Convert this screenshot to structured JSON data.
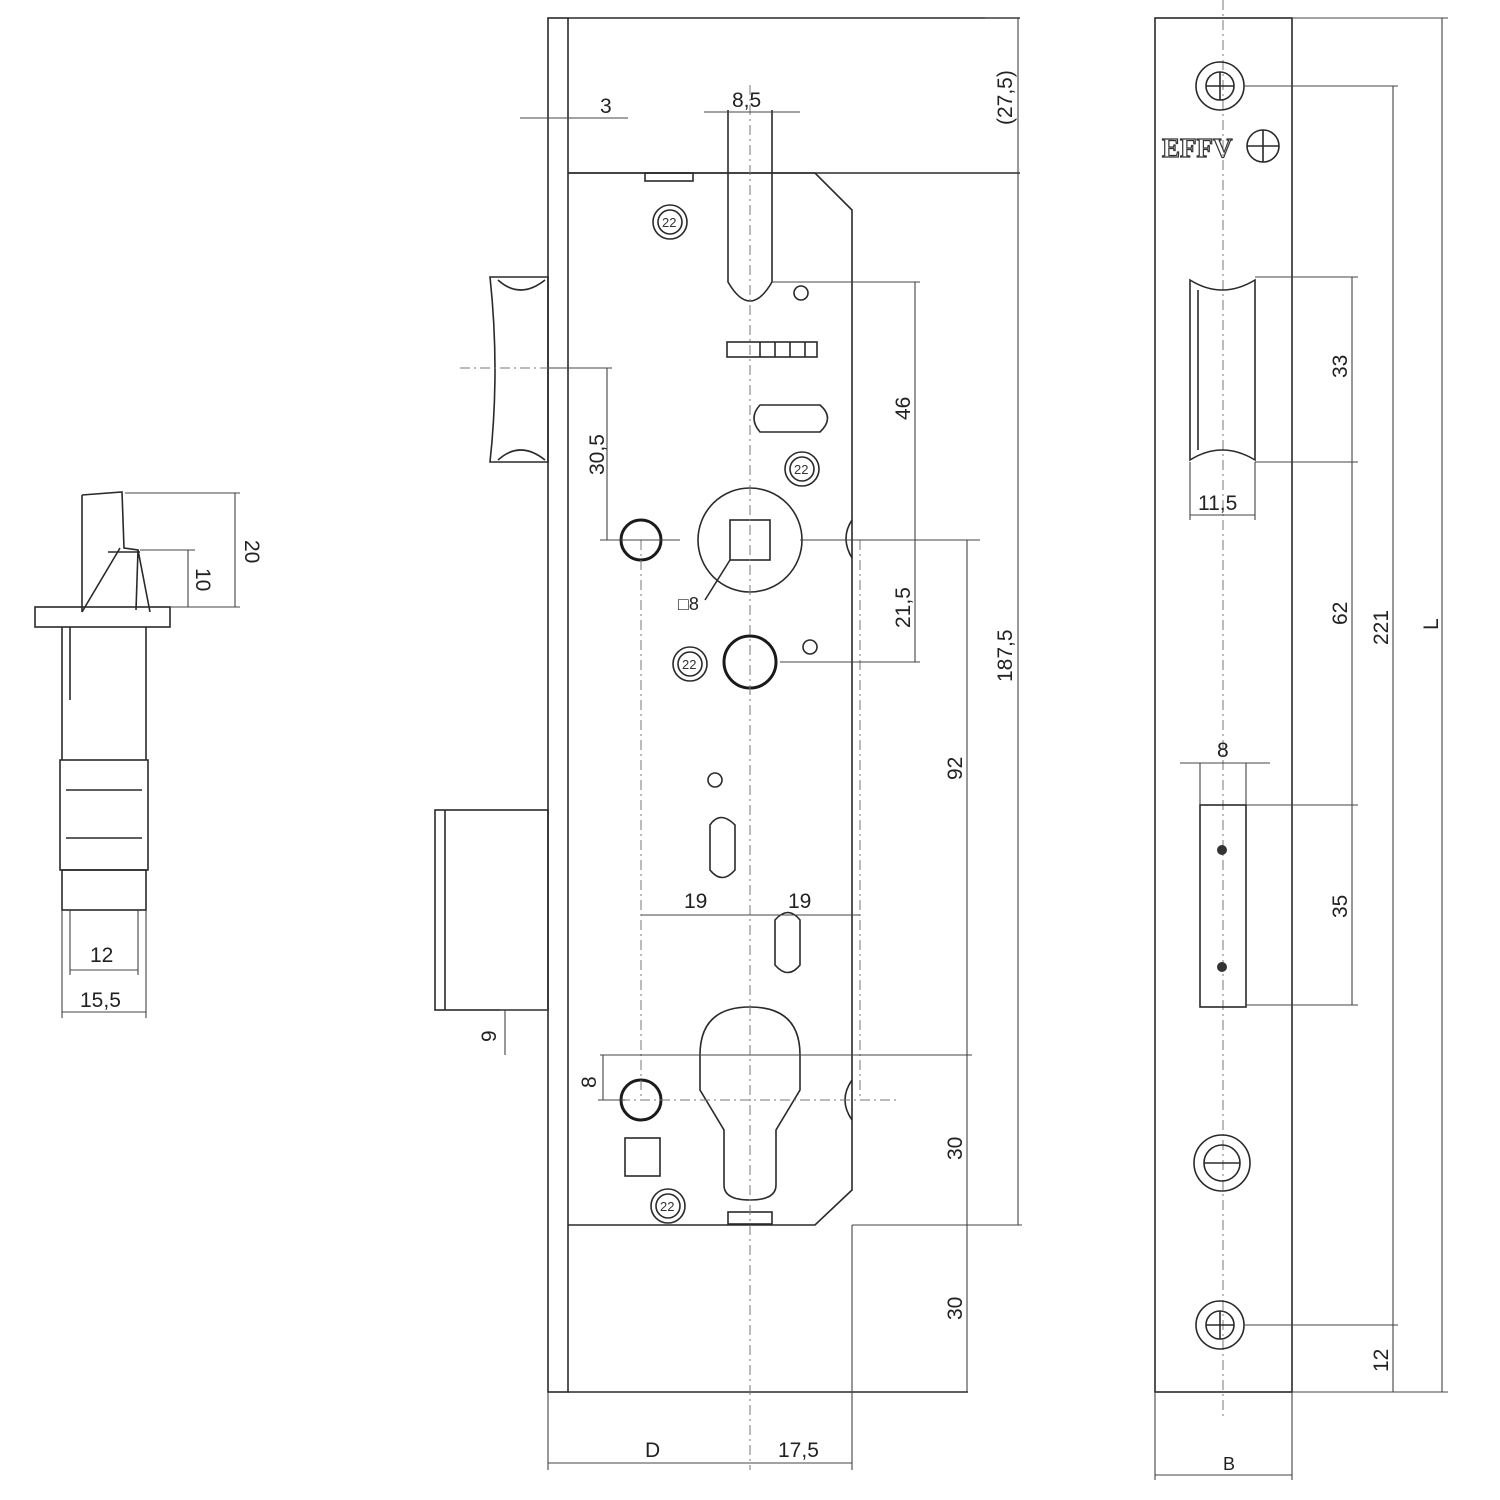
{
  "brand": {
    "logo_text": "EFFV"
  },
  "side_view": {
    "dimensions": {
      "total_height": "20",
      "head_height": "10",
      "inner_width": "12",
      "outer_width": "15,5"
    }
  },
  "front_view": {
    "dimensions": {
      "faceplate_thickness": "3",
      "slot_width": "8,5",
      "top_offset": "(27,5)",
      "latch_to_follower": "30,5",
      "slot_to_follower": "46",
      "follower_to_spindle2": "21,5",
      "follower_square": "□8",
      "case_height": "187,5",
      "follower_to_cylinder": "92",
      "left_offset": "19",
      "right_offset": "19",
      "bolt_offset": "9",
      "screw_offset": "8",
      "cylinder_to_bottom": "30",
      "bottom_margin": "30",
      "backset": "D",
      "edge_to_center": "17,5"
    },
    "badge_text": "22"
  },
  "faceplate_view": {
    "dimensions": {
      "latch_height": "33",
      "latch_width": "11,5",
      "latch_to_bolt": "62",
      "screw_spacing": "221",
      "length": "L",
      "bolt_width": "8",
      "bolt_height": "35",
      "bottom_screw_offset": "12",
      "width": "B"
    }
  }
}
